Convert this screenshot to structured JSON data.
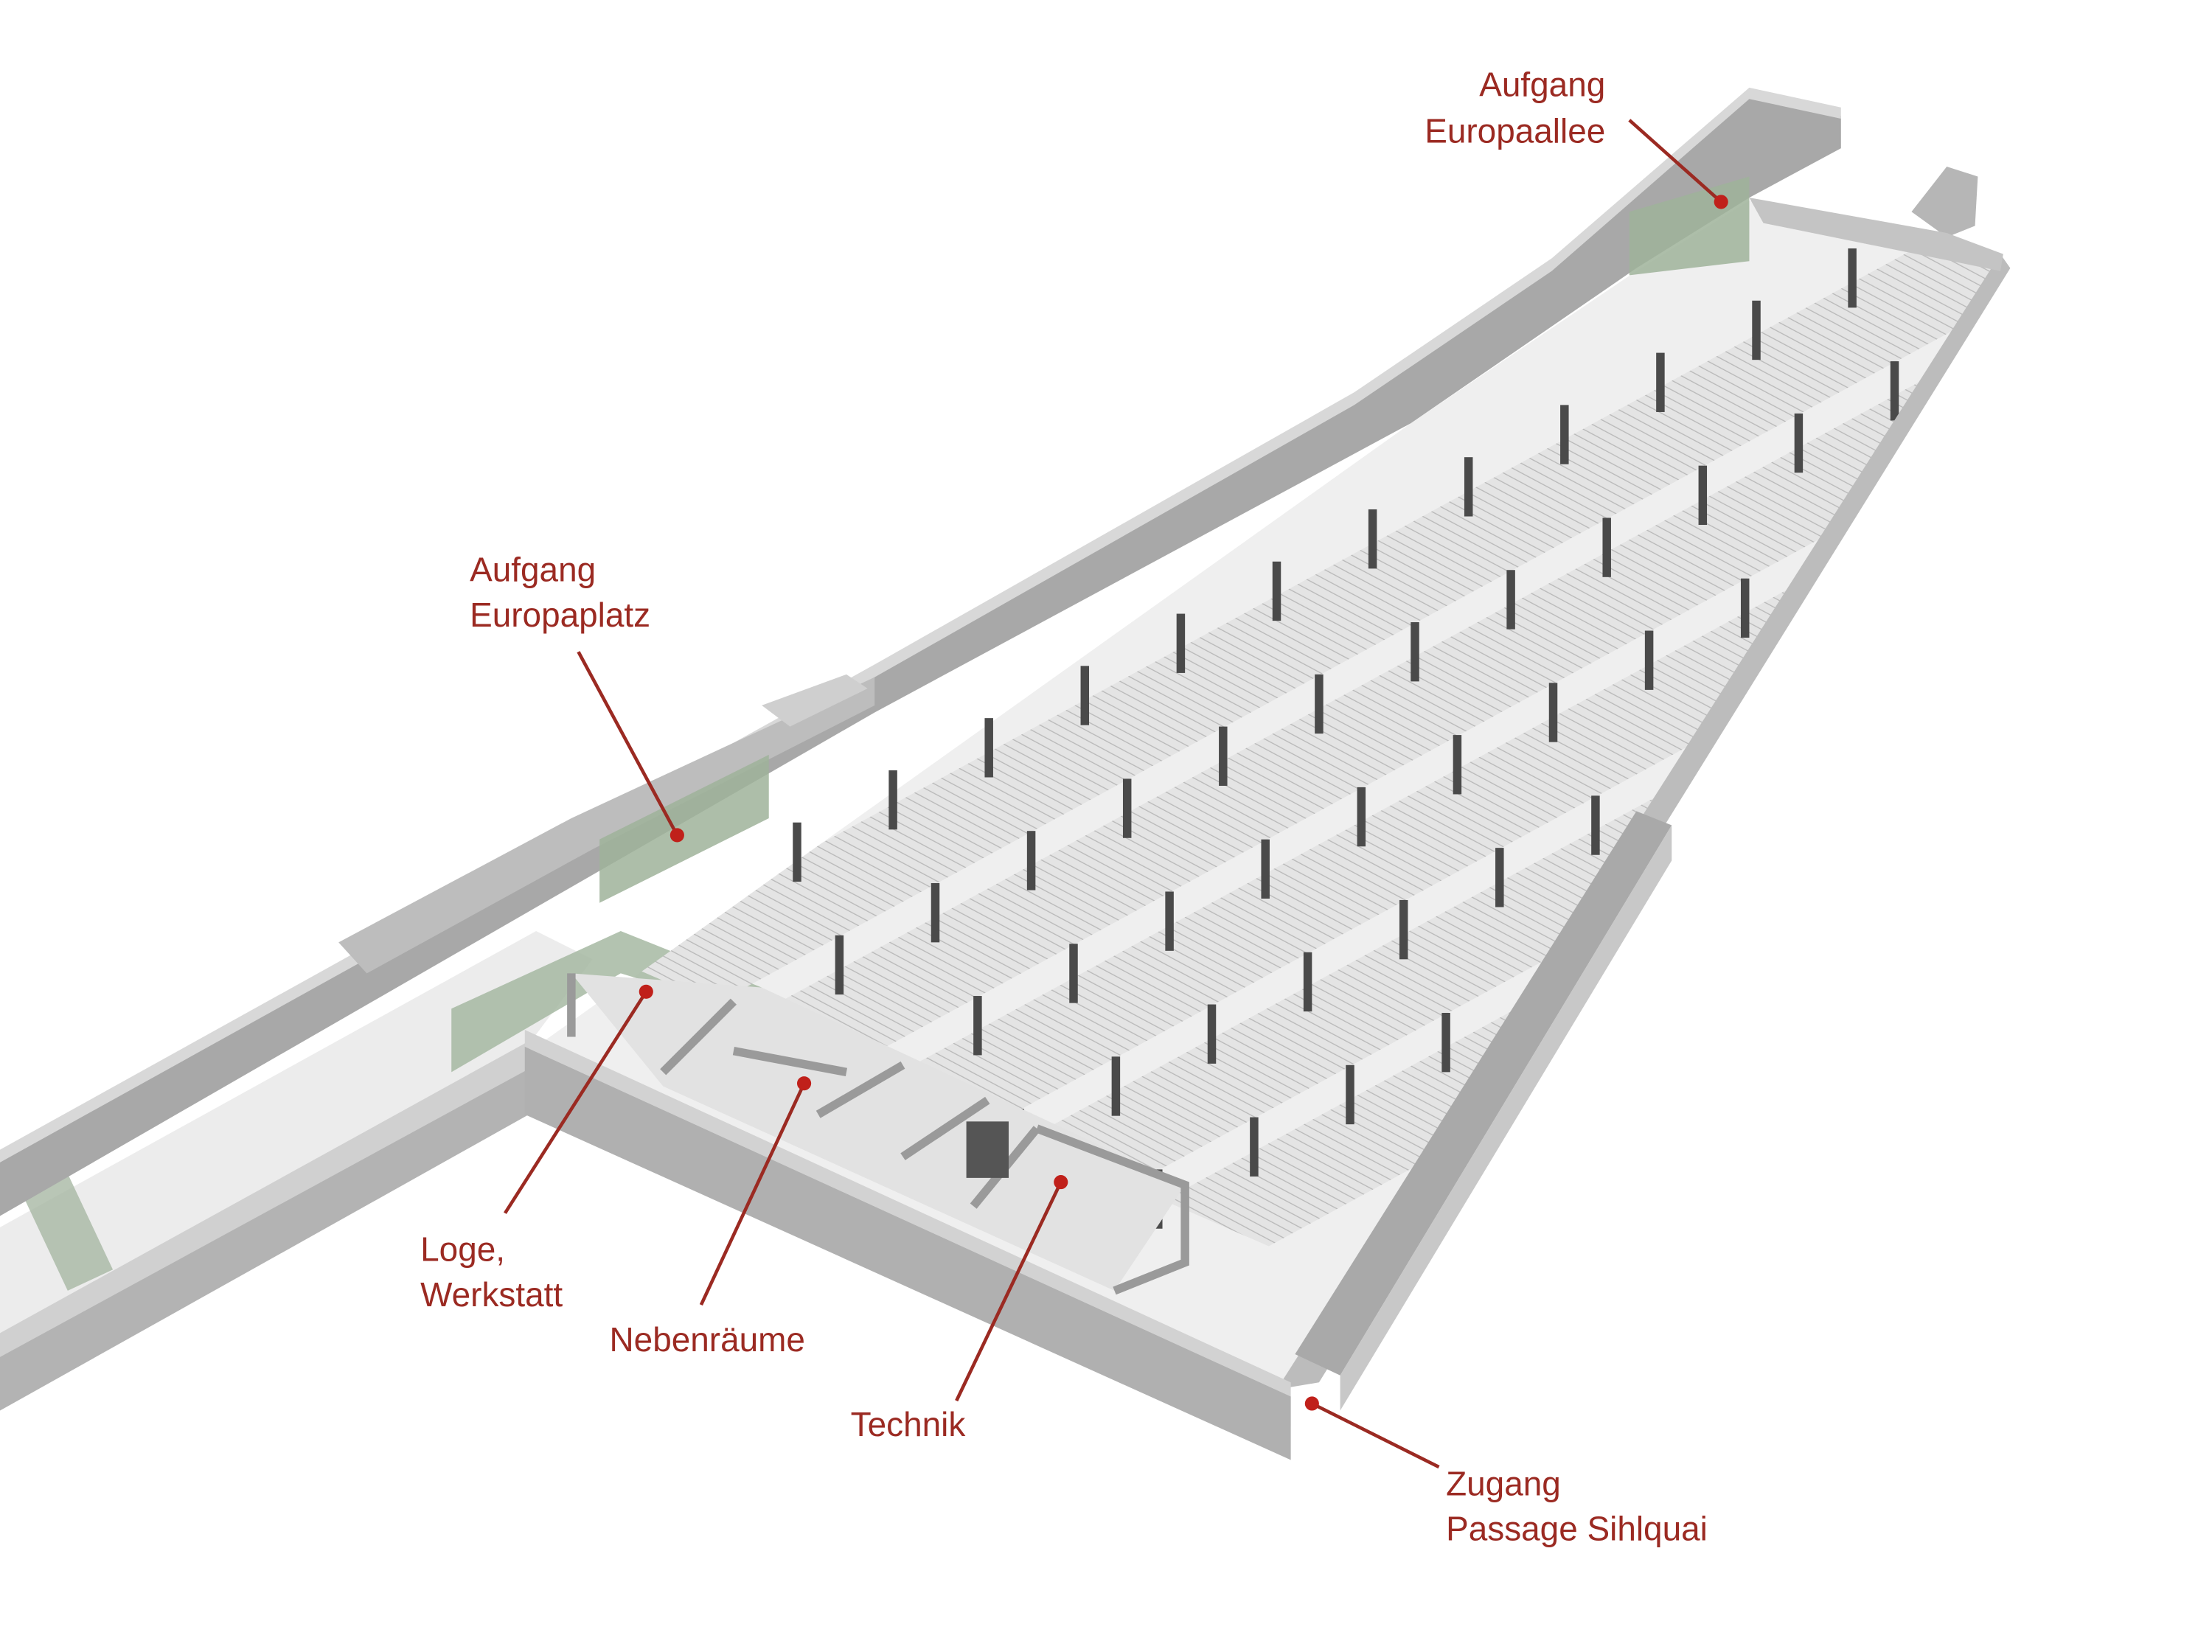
{
  "diagram": {
    "accent_color": "#9b2a22",
    "labels": {
      "aufgang_europaallee": {
        "line1": "Aufgang",
        "line2": "Europaallee"
      },
      "aufgang_europaplatz": {
        "line1": "Aufgang",
        "line2": "Europaplatz"
      },
      "loge_werkstatt": {
        "line1": "Loge,",
        "line2": "Werkstatt"
      },
      "nebenraeume": {
        "line1": "Nebenräume"
      },
      "technik": {
        "line1": "Technik"
      },
      "zugang_sihlquai": {
        "line1": "Zugang",
        "line2": "Passage Sihlquai"
      }
    }
  }
}
